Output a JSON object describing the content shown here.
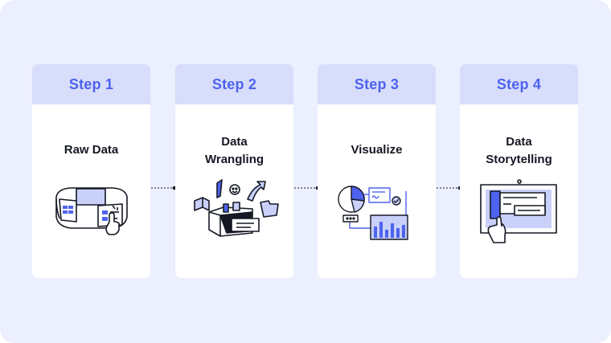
{
  "steps": [
    {
      "step_label": "Step 1",
      "title_lines": [
        "Raw Data"
      ],
      "illustration": "raw-data-illustration"
    },
    {
      "step_label": "Step 2",
      "title_lines": [
        "Data",
        "Wrangling"
      ],
      "illustration": "data-wrangling-illustration"
    },
    {
      "step_label": "Step 3",
      "title_lines": [
        "Visualize"
      ],
      "illustration": "visualize-illustration"
    },
    {
      "step_label": "Step 4",
      "title_lines": [
        "Data",
        "Storytelling"
      ],
      "illustration": "data-storytelling-illustration"
    }
  ],
  "colors": {
    "background": "#eceffe",
    "card": "#ffffff",
    "card_header": "#d7ddfb",
    "accent": "#4e63ef",
    "illustration_fill": "#c9d0fa",
    "text": "#151823"
  }
}
